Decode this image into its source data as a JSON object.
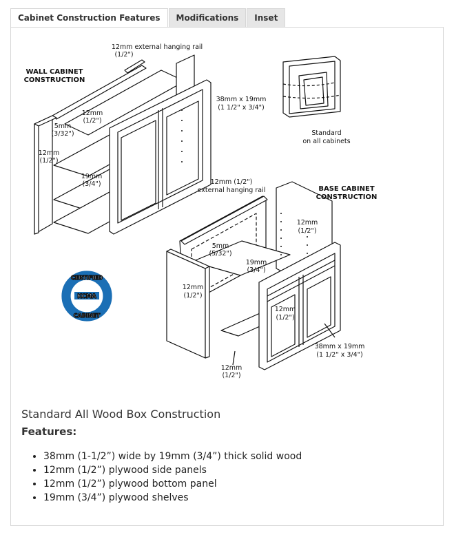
{
  "tabs": [
    {
      "label": "Cabinet Construction Features",
      "active": true
    },
    {
      "label": "Modifications",
      "active": false
    },
    {
      "label": "Inset",
      "active": false
    }
  ],
  "diagram": {
    "wall_title_1": "WALL CABINET",
    "wall_title_2": "CONSTRUCTION",
    "base_title_1": "BASE CABINET",
    "base_title_2": "CONSTRUCTION",
    "wall_rail": "12mm external hanging rail",
    "wall_rail_sub": "(1/2\")",
    "wall_frame": "38mm x 19mm",
    "wall_frame_sub": "(1 1/2\" x 3/4\")",
    "wall_back": "12mm",
    "wall_back_sub": "(1/2\")",
    "wall_bottom": "5mm",
    "wall_bottom_sub": "(3/32\")",
    "wall_side": "12mm",
    "wall_side_sub": "(1/2\")",
    "wall_shelf": "19mm",
    "wall_shelf_sub": "(3/4\")",
    "standard_1": "Standard",
    "standard_2": "on all cabinets",
    "base_rail_1": "12mm (1/2\")",
    "base_rail_2": "external hanging rail",
    "base_back": "12mm",
    "base_back_sub": "(1/2\")",
    "base_bottom": "5mm",
    "base_bottom_sub": "(5/32\")",
    "base_shelf": "19mm",
    "base_shelf_sub": "(3/4\")",
    "base_side": "12mm",
    "base_side_sub": "(1/2\")",
    "base_door": "12mm",
    "base_door_sub": "(1/2\")",
    "base_frame": "38mm x 19mm",
    "base_frame_sub": "(1 1/2\" x 3/4\")",
    "base_floor": "12mm",
    "base_floor_sub": "(1/2\")",
    "seal_top": "CERTIFIED",
    "seal_bottom": "CABINET",
    "seal_center": "KCMA"
  },
  "content": {
    "subtitle": "Standard All Wood Box Construction",
    "features_heading": "Features:",
    "features": [
      "38mm (1-1/2”) wide by 19mm (3/4”) thick solid wood",
      "12mm (1/2”) plywood side panels",
      "12mm (1/2”) plywood bottom panel",
      "19mm (3/4”) plywood shelves"
    ]
  },
  "colors": {
    "tab_inactive": "#e6e6e6",
    "border": "#d6d6d6",
    "seal_blue": "#1b6fb5"
  }
}
